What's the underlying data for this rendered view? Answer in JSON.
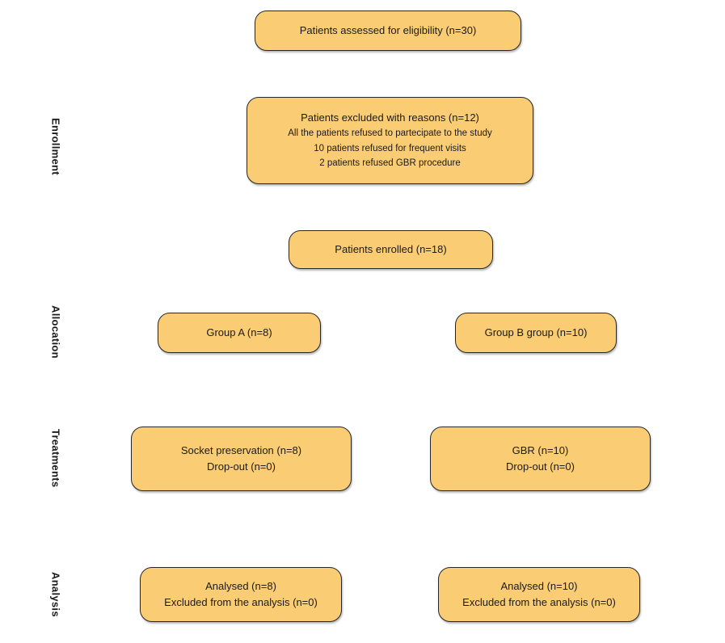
{
  "diagram": {
    "type": "consort-flowchart",
    "stages": {
      "enrollment": "Enrollment",
      "allocation": "Allocation",
      "treatments": "Treatments",
      "analysis": "Analysis"
    },
    "boxes": {
      "eligibility": {
        "lines": [
          "Patients assessed for eligibility (n=30)"
        ]
      },
      "excluded": {
        "lines": [
          "Patients excluded with reasons (n=12)",
          "All the patients refused to partecipate to the study",
          "10 patients refused for frequent visits",
          "2 patients refused GBR procedure"
        ]
      },
      "enrolled": {
        "lines": [
          "Patients enrolled (n=18)"
        ]
      },
      "group_a": {
        "lines": [
          "Group A (n=8)"
        ]
      },
      "group_b": {
        "lines": [
          "Group B group (n=10)"
        ]
      },
      "treatment_a": {
        "lines": [
          "Socket preservation (n=8)",
          "Drop-out (n=0)"
        ]
      },
      "treatment_b": {
        "lines": [
          "GBR (n=10)",
          "Drop-out (n=0)"
        ]
      },
      "analysis_a": {
        "lines": [
          "Analysed (n=8)",
          "Excluded from the analysis (n=0)"
        ]
      },
      "analysis_b": {
        "lines": [
          "Analysed (n=10)",
          "Excluded from the analysis (n=0)"
        ]
      }
    },
    "colors": {
      "box_fill": "#FACD75",
      "box_border": "#262626",
      "text": "#1a1a1a",
      "background": "#ffffff"
    }
  }
}
